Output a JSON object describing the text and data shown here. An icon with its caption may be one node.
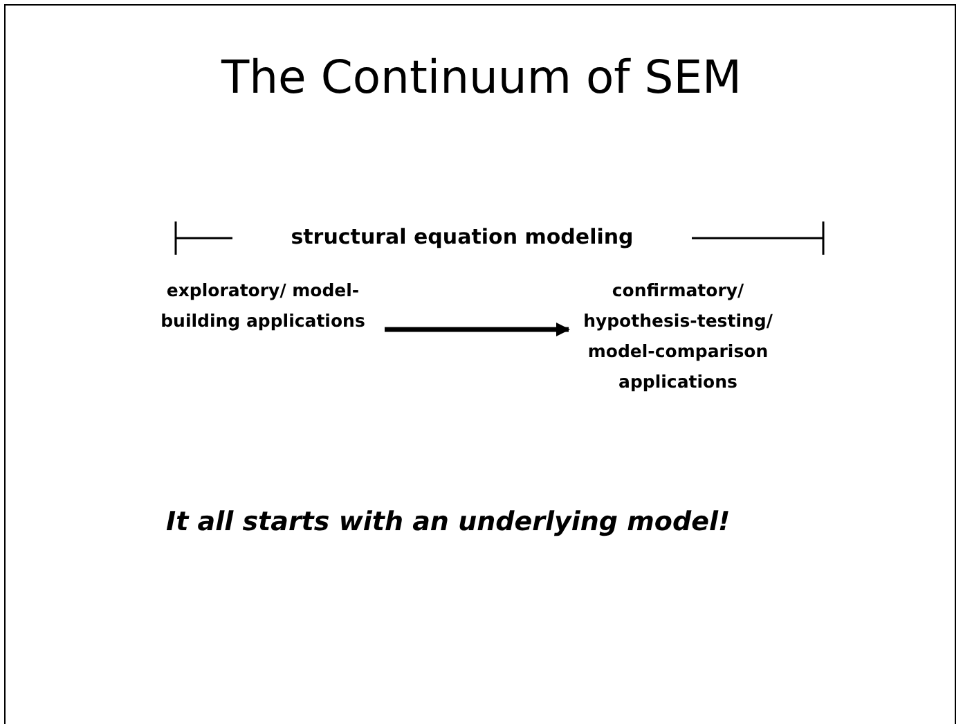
{
  "diagram": {
    "title": "The Continuum of SEM",
    "nodes": [
      {
        "text": [
          "exploratory/ model-building applications"
        ]
      },
      {
        "text": [
          "confirmatory/ hypothesis-testing/ model-comparison applications"
        ]
      }
    ],
    "edges": [
      {
        "from": 0,
        "to": 1,
        "arrow": "to"
      }
    ],
    "labels": [
      "structural equation modeling",
      "It all starts with an underlying model!"
    ]
  }
}
